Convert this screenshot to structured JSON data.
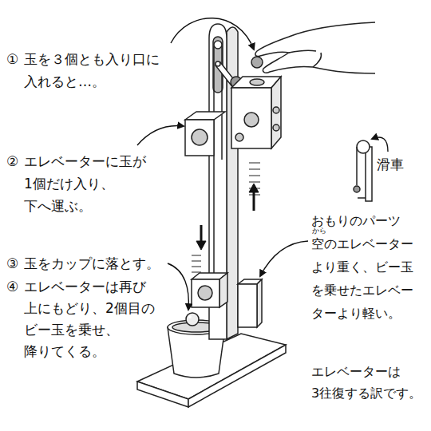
{
  "diagram": {
    "labels": [
      "①",
      "玉を３個とも入り口に 入れると…。",
      "②",
      "エレベーターに玉が 1個だけ入り、 下へ運ぶ。",
      "③",
      "玉をカップに落とす。",
      "④",
      "エレベーターは再び 上にもどり、2個目の ビー玉を乗せ、 降りてくる。",
      "滑車",
      "から",
      "おもりのパーツ 空のエレベーター より重く、ビー玉 を乗せたエレベー ターより軽い。",
      "エレベーターは 3往復する訳です。"
    ]
  }
}
